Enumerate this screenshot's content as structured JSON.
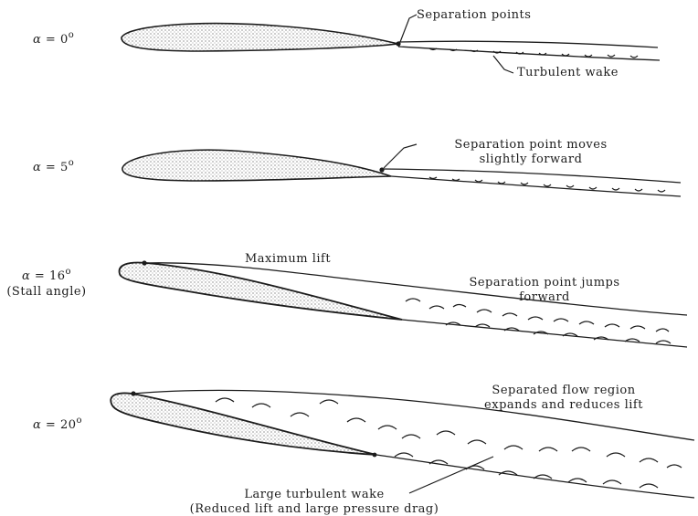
{
  "panels": [
    {
      "alpha_symbol": "α",
      "equals": "=",
      "angle": "0",
      "degree": "o",
      "annotations": {
        "separation": "Separation points",
        "wake": "Turbulent wake"
      }
    },
    {
      "alpha_symbol": "α",
      "equals": "=",
      "angle": "5",
      "degree": "o",
      "annotations": {
        "separation_line1": "Separation point moves",
        "separation_line2": "slightly forward"
      }
    },
    {
      "alpha_symbol": "α",
      "equals": "=",
      "angle": "16",
      "degree": "o",
      "sub_label": "(Stall angle)",
      "annotations": {
        "max_lift": "Maximum lift",
        "separation_line1": "Separation point jumps",
        "separation_line2": "forward"
      }
    },
    {
      "alpha_symbol": "α",
      "equals": "=",
      "angle": "20",
      "degree": "o",
      "annotations": {
        "region_line1": "Separated flow region",
        "region_line2": "expands and reduces lift",
        "wake_line1": "Large turbulent wake",
        "wake_line2": "(Reduced lift and large pressure drag)"
      }
    }
  ],
  "colors": {
    "ink": "#1c1c1c",
    "airfoil_fill": "#d8d8d8",
    "background": "#ffffff"
  }
}
